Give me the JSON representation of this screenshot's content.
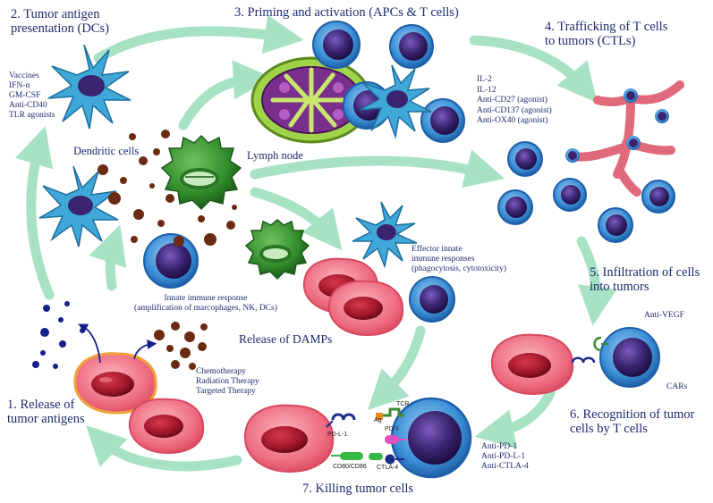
{
  "steps": {
    "s1": [
      "1. Release of",
      "tumor antigens"
    ],
    "s2": [
      "2. Tumor antigen",
      "presentation (DCs)"
    ],
    "s3": "3. Priming and activation (APCs & T cells)",
    "s4": [
      "4. Trafficking of T cells",
      "to tumors (CTLs)"
    ],
    "s5": [
      "5. Infiltration of cells",
      "into tumors"
    ],
    "s6": [
      "6. Recognition of tumor",
      "cells by T cells"
    ],
    "s7": "7. Killing tumor cells"
  },
  "labels": {
    "dendritic_cells": "Dendritic cells",
    "lymph_node": "Lymph node",
    "release_damps": "Release of DAMPs",
    "innate_response": [
      "Innate immune response",
      "(amplification of marcophages, NK, DCs)"
    ],
    "effector": [
      "Effector innate",
      "immune responses",
      "(phagocytosis, cytotoxicity)"
    ],
    "therapy": [
      "Chemotherapy",
      "Radiation Therapy",
      "Targeted Therapy"
    ],
    "dc_agents": [
      "Vaccines",
      "IFN-α",
      "GM-CSF",
      "Anti-CD40",
      "TLR agonists"
    ],
    "priming_agents": [
      "IL-2",
      "IL-12",
      "Anti-CD27 (agonist)",
      "Anti-CD137 (agonist)",
      "Anti-OX40 (agonist)"
    ],
    "anti_vegf": "Anti-VEGF",
    "cars": "CARs",
    "checkpoint_agents": [
      "Anti-PD-1",
      "Anti-PD-L-1",
      "Anti-CTLA-4"
    ],
    "molecules": {
      "tcr": "TCR",
      "ag": "Ag",
      "pd1": "PD-1",
      "pdl1": "PD-L-1",
      "ctla4": "CTLA-4",
      "cd80": "CD80/CD86"
    }
  },
  "colors": {
    "arrow": "#a8e2c4",
    "text": "#1e2a6e",
    "tumor_cell": "#f07a8a",
    "tumor_nucleus": "#9e1528",
    "t_cell": "#3b8fd6",
    "t_nucleus": "#3a2470",
    "dendritic": "#3fa8d8",
    "nk_cell": "#2f8a2a",
    "damps": "#6b2a12",
    "antigen": "#15208a"
  }
}
